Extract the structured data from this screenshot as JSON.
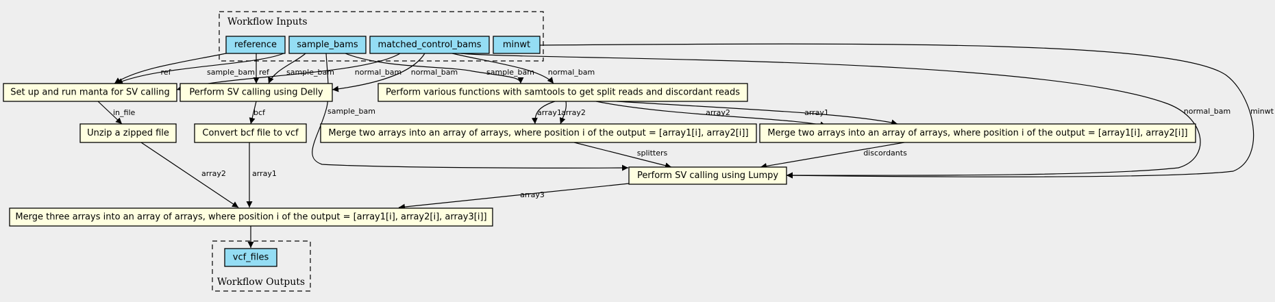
{
  "colors": {
    "background": "#eeeeee",
    "input_fill": "#94ddf4",
    "step_fill": "#ffffe0",
    "stroke": "#000000"
  },
  "clusters": {
    "inputs": {
      "label": "Workflow Inputs"
    },
    "outputs": {
      "label": "Workflow Outputs"
    }
  },
  "nodes": {
    "reference": {
      "label": "reference",
      "kind": "input"
    },
    "sample_bams": {
      "label": "sample_bams",
      "kind": "input"
    },
    "matched_control_bams": {
      "label": "matched_control_bams",
      "kind": "input"
    },
    "minwt": {
      "label": "minwt",
      "kind": "input"
    },
    "manta": {
      "label": "Set up and run manta for SV calling",
      "kind": "step"
    },
    "delly": {
      "label": "Perform SV calling using Delly",
      "kind": "step"
    },
    "samtools": {
      "label": "Perform various functions with samtools to get split reads and discordant reads",
      "kind": "step"
    },
    "unzip": {
      "label": "Unzip a zipped file",
      "kind": "step"
    },
    "bcf2vcf": {
      "label": "Convert bcf file to vcf",
      "kind": "step"
    },
    "merge_split": {
      "label": "Merge two arrays into an array of arrays, where position i of the output = [array1[i], array2[i]]",
      "kind": "step"
    },
    "merge_disc": {
      "label": "Merge two arrays into an array of arrays, where position i of the output = [array1[i], array2[i]]",
      "kind": "step"
    },
    "lumpy": {
      "label": "Perform SV calling using Lumpy",
      "kind": "step"
    },
    "merge3": {
      "label": "Merge three arrays into an array of arrays, where position i of the output = [array1[i], array2[i], array3[i]]",
      "kind": "step"
    },
    "vcf_files": {
      "label": "vcf_files",
      "kind": "output"
    }
  },
  "edges": [
    {
      "from": "reference",
      "to": "manta",
      "label": "ref"
    },
    {
      "from": "reference",
      "to": "delly",
      "label": "ref"
    },
    {
      "from": "sample_bams",
      "to": "manta",
      "label": "sample_bam"
    },
    {
      "from": "sample_bams",
      "to": "delly",
      "label": "sample_bam"
    },
    {
      "from": "sample_bams",
      "to": "samtools",
      "label": "sample_bam"
    },
    {
      "from": "sample_bams",
      "to": "lumpy",
      "label": "sample_bam"
    },
    {
      "from": "matched_control_bams",
      "to": "manta",
      "label": "normal_bam"
    },
    {
      "from": "matched_control_bams",
      "to": "delly",
      "label": "normal_bam"
    },
    {
      "from": "matched_control_bams",
      "to": "samtools",
      "label": "normal_bam"
    },
    {
      "from": "matched_control_bams",
      "to": "lumpy",
      "label": "normal_bam"
    },
    {
      "from": "minwt",
      "to": "lumpy",
      "label": "minwt"
    },
    {
      "from": "manta",
      "to": "unzip",
      "label": "in_file"
    },
    {
      "from": "delly",
      "to": "bcf2vcf",
      "label": "bcf"
    },
    {
      "from": "samtools",
      "to": "merge_split",
      "label": "array1"
    },
    {
      "from": "samtools",
      "to": "merge_split",
      "label": "array2"
    },
    {
      "from": "samtools",
      "to": "merge_disc",
      "label": "array2"
    },
    {
      "from": "samtools",
      "to": "merge_disc",
      "label": "array1"
    },
    {
      "from": "merge_split",
      "to": "lumpy",
      "label": "splitters"
    },
    {
      "from": "merge_disc",
      "to": "lumpy",
      "label": "discordants"
    },
    {
      "from": "unzip",
      "to": "merge3",
      "label": "array2"
    },
    {
      "from": "bcf2vcf",
      "to": "merge3",
      "label": "array1"
    },
    {
      "from": "lumpy",
      "to": "merge3",
      "label": "array3"
    },
    {
      "from": "merge3",
      "to": "vcf_files",
      "label": ""
    }
  ]
}
